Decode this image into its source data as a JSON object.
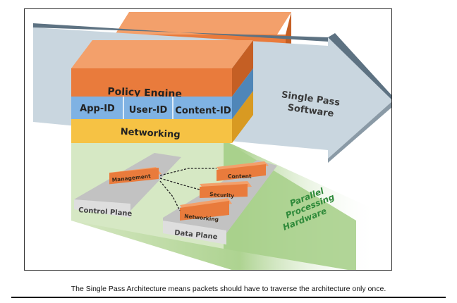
{
  "diagram": {
    "arrow_label": [
      "Single Pass",
      "Software"
    ],
    "policy_engine": "Policy Engine",
    "id_layer": [
      "App-ID",
      "User-ID",
      "Content-ID"
    ],
    "networking_layer": "Networking",
    "control_plane": {
      "label": "Control Plane",
      "management": "Management"
    },
    "data_plane": {
      "label": "Data Plane",
      "content": "Content",
      "security": "Security",
      "networking": "Networking"
    },
    "hardware_label": [
      "Parallel",
      "Processing",
      "Hardware"
    ]
  },
  "caption": "The Single Pass Architecture means packets should have to traverse the architecture only once.",
  "colors": {
    "orange": "#e97b3c",
    "blue": "#7fb2e3",
    "yellow": "#f6c244",
    "green": "#8fc26e",
    "arrow": "#c9d6df",
    "grey": "#cfcfcf"
  }
}
